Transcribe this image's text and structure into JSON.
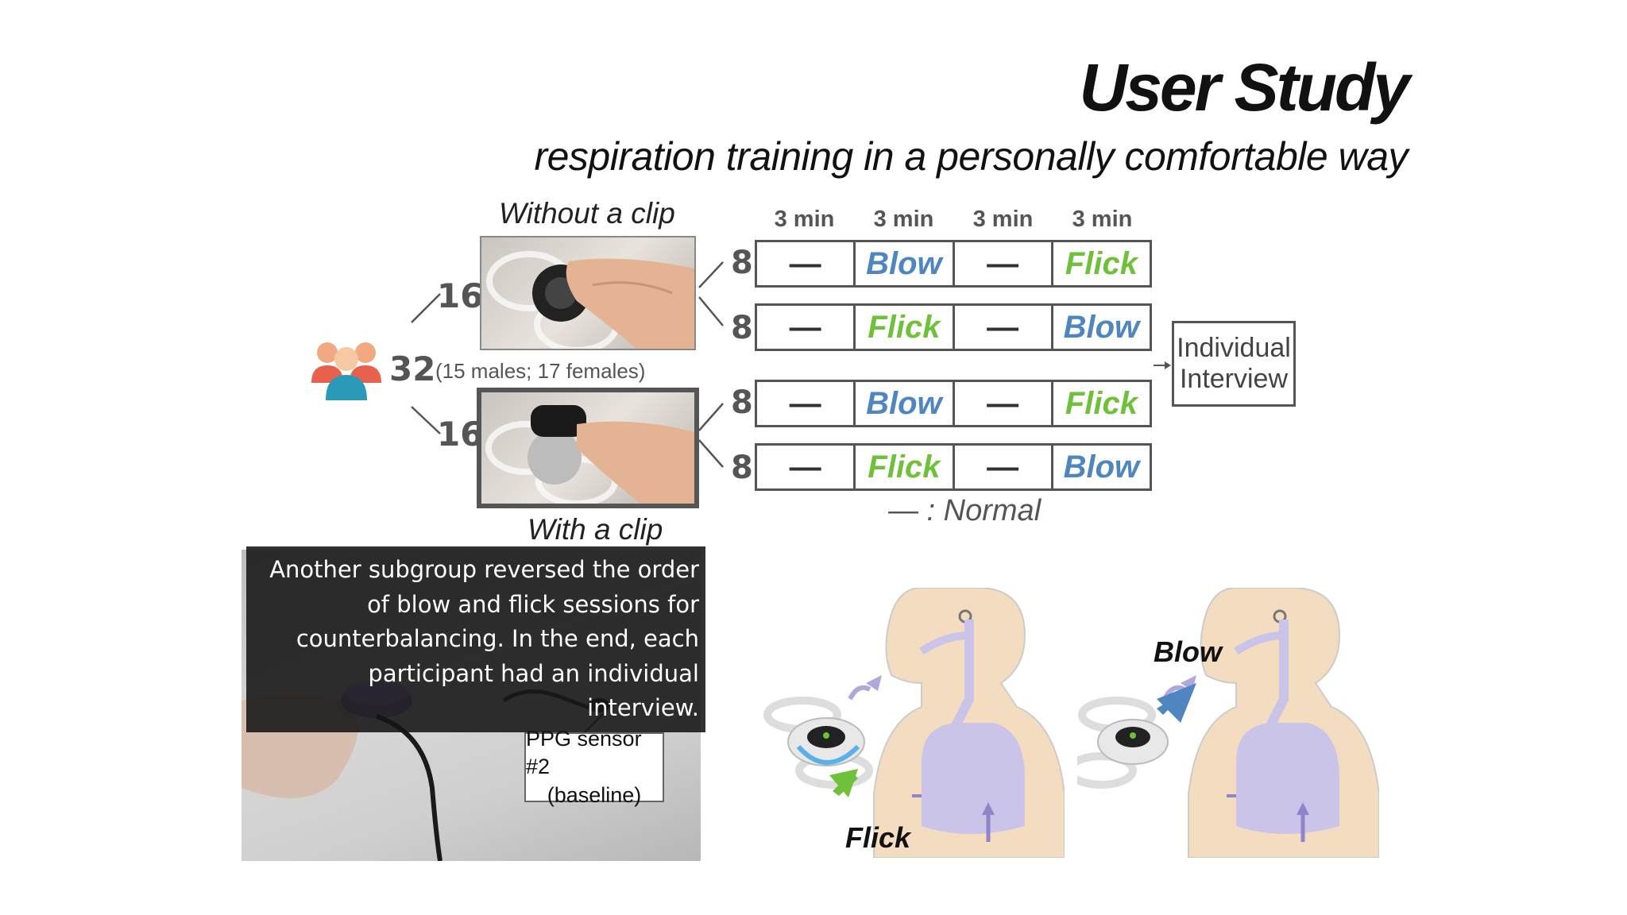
{
  "title": "User Study",
  "subtitle": "respiration training in a personally comfortable way",
  "photos": {
    "without_clip_label": "Without a clip",
    "with_clip_label": "With a clip"
  },
  "participants": {
    "total": "32",
    "breakdown": "(15 males; 17 females)",
    "group_a_count": "16",
    "group_b_count": "16"
  },
  "schedule": {
    "durations": [
      "3 min",
      "3 min",
      "3 min",
      "3 min"
    ],
    "rows": [
      {
        "count": "8",
        "cells": [
          "—",
          "Blow",
          "—",
          "Flick"
        ]
      },
      {
        "count": "8",
        "cells": [
          "—",
          "Flick",
          "—",
          "Blow"
        ]
      },
      {
        "count": "8",
        "cells": [
          "—",
          "Blow",
          "—",
          "Flick"
        ]
      },
      {
        "count": "8",
        "cells": [
          "—",
          "Flick",
          "—",
          "Blow"
        ]
      }
    ],
    "legend": "— : Normal",
    "interview_line1": "Individual",
    "interview_line2": "Interview"
  },
  "video": {
    "caption_lines": [
      "Another subgroup reversed the order",
      "of blow and flick sessions for",
      "counterbalancing. In the end, each",
      "participant had an individual interview."
    ],
    "sensor_label_line1": "PPG sensor #2",
    "sensor_label_line2": "(baseline)"
  },
  "illustration": {
    "flick_label": "Flick",
    "blow_label": "Blow"
  },
  "colors": {
    "blow": "#4f86bf",
    "flick": "#6fc03a",
    "lung": "#c9c4e8",
    "skin": "#f4dcc0"
  }
}
